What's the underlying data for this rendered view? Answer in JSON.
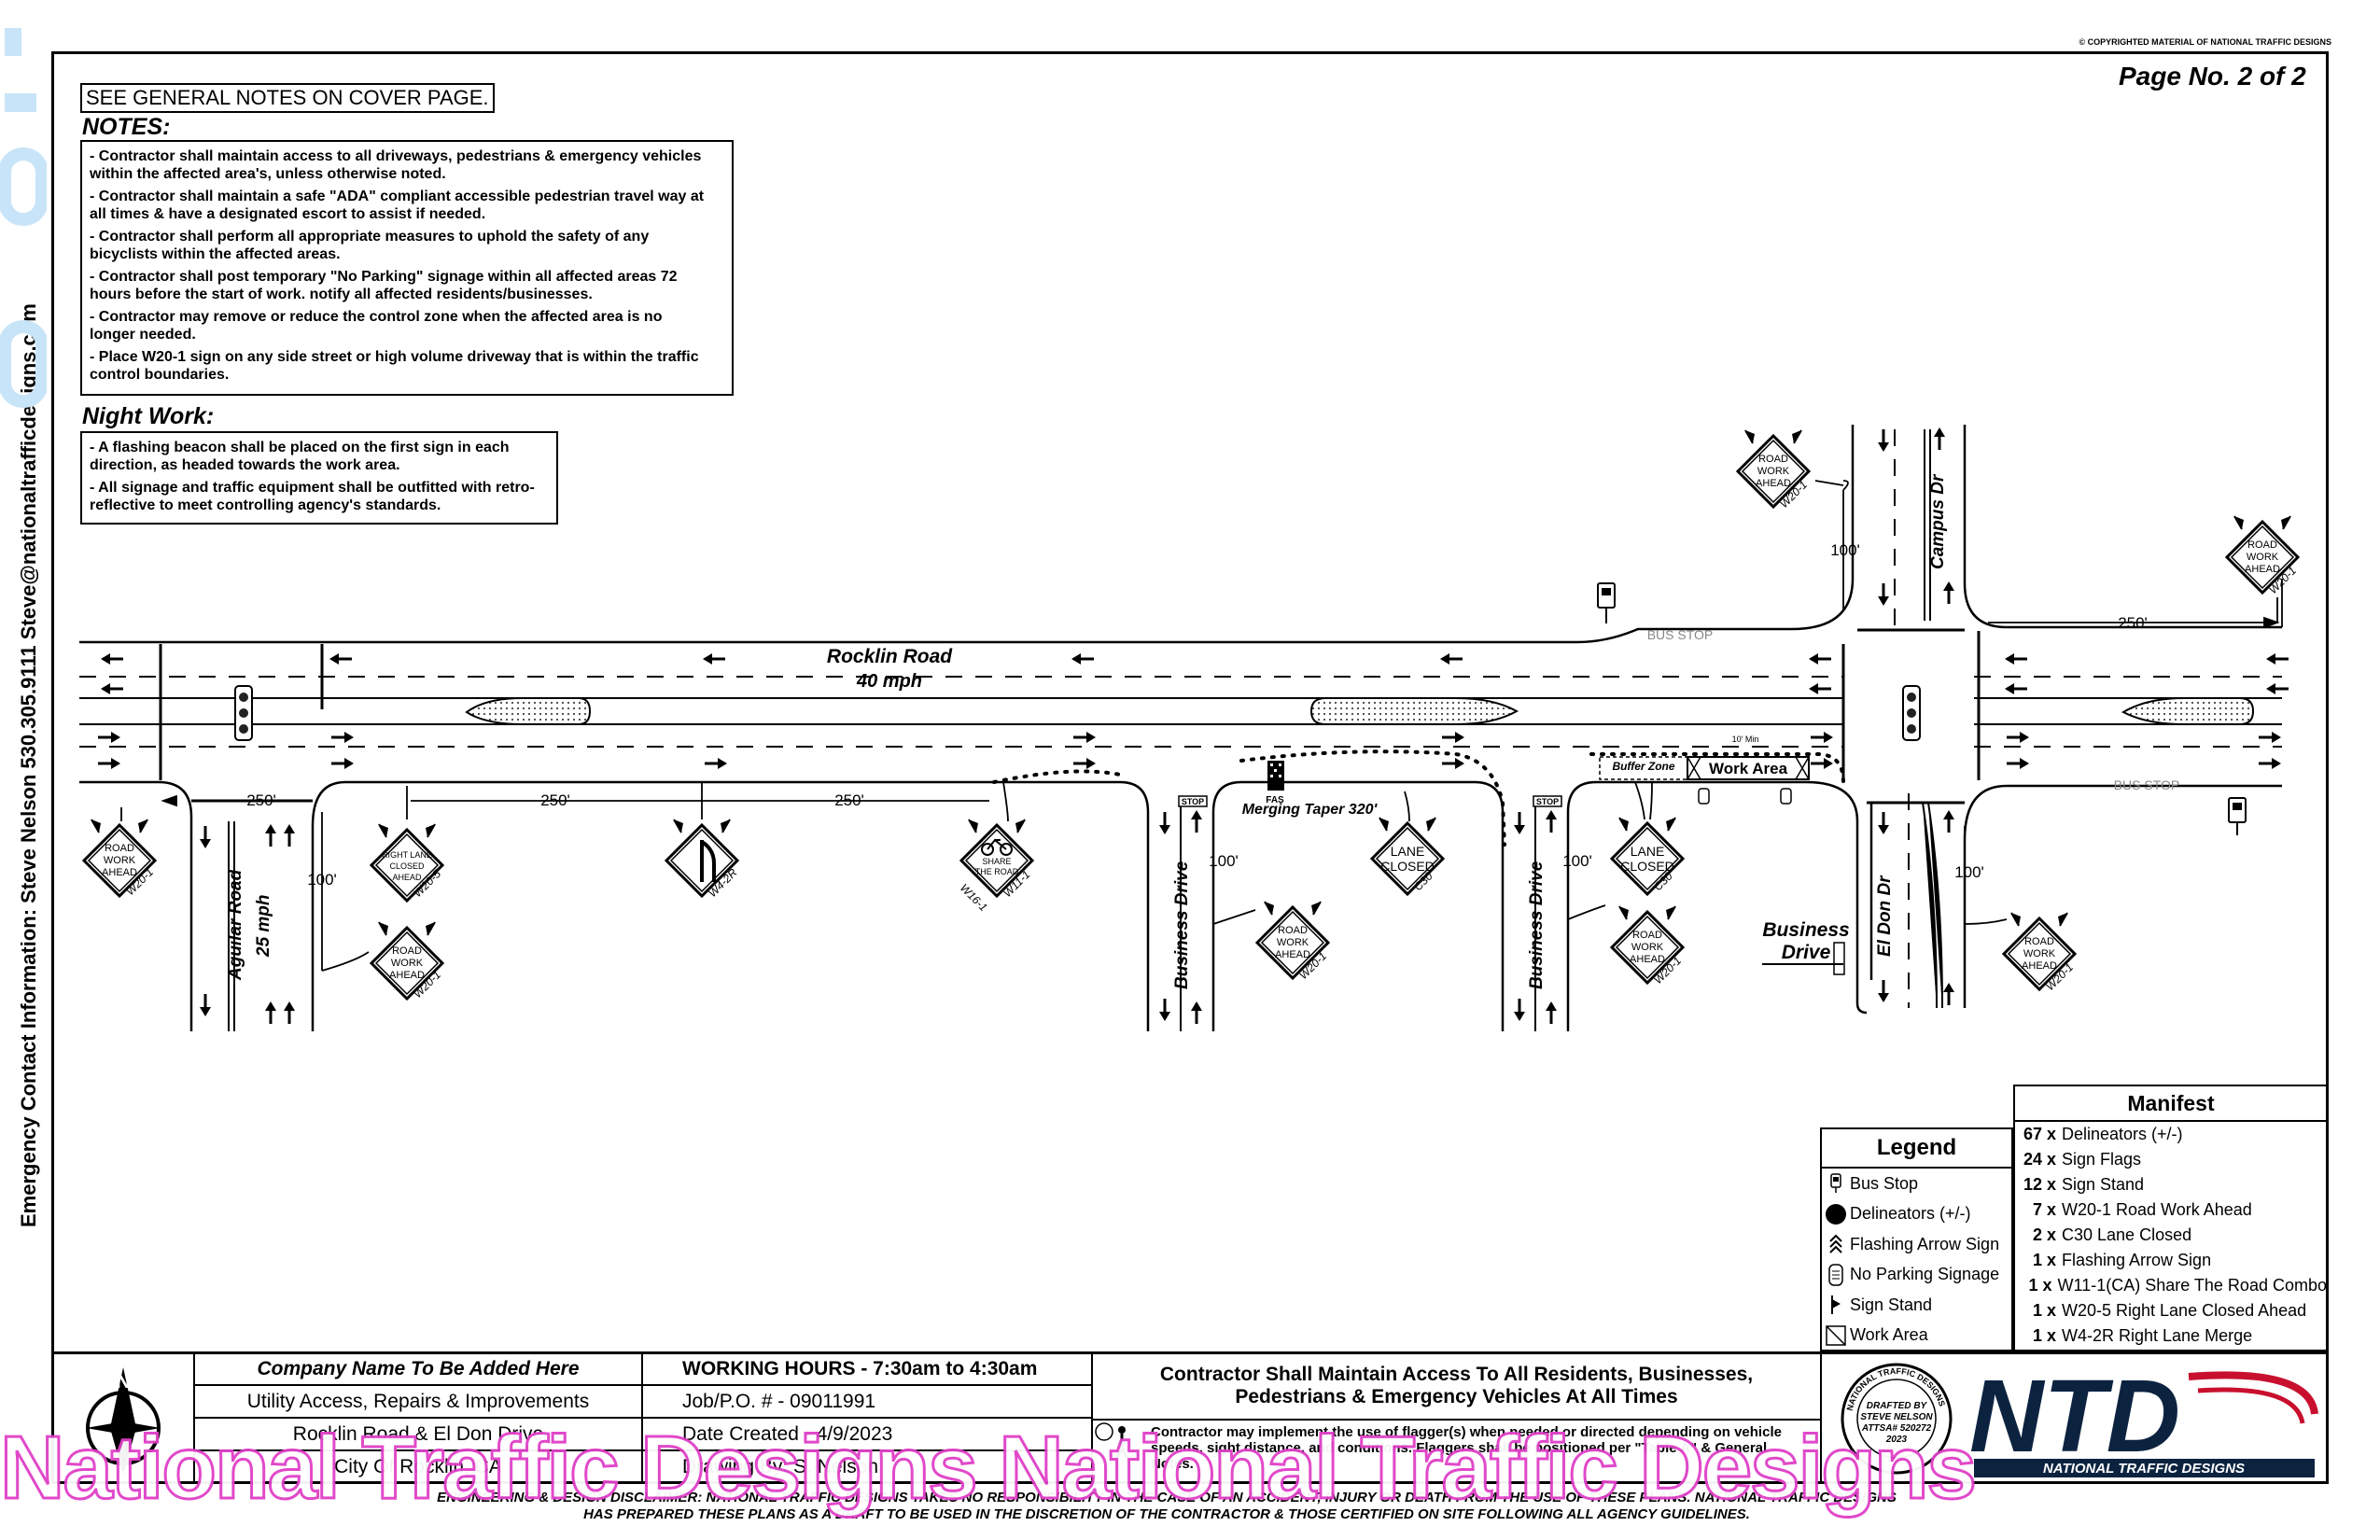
{
  "page": {
    "copyright": "© COPYRIGHTED MATERIAL OF NATIONAL TRAFFIC DESIGNS",
    "page_no": "Page No. 2 of 2",
    "see_notes": "SEE GENERAL NOTES ON COVER PAGE.",
    "side_contact": "Emergency Contact Information:   Steve Nelson   530.305.9111   Steve@nationaltrafficdesigns.com"
  },
  "notes": {
    "title": "NOTES:",
    "items": [
      "- Contractor shall maintain access to all driveways, pedestrians & emergency vehicles within the affected area's, unless otherwise noted.",
      "- Contractor shall maintain a safe \"ADA\" compliant accessible pedestrian travel way at all times & have a designated escort to assist if needed.",
      "- Contractor shall perform all appropriate measures to uphold the safety of any bicyclists within the affected areas.",
      "- Contractor shall post temporary \"No Parking\" signage within all affected areas 72 hours before the start of work. notify all affected residents/businesses.",
      "- Contractor may remove or reduce the control zone when the affected area is no longer needed.",
      "- Place W20-1 sign on any side street or high volume driveway that is within the traffic control boundaries."
    ]
  },
  "night_work": {
    "title": "Night Work:",
    "items": [
      "- A flashing beacon shall be placed on the first sign in each direction, as headed towards the work area.",
      "- All signage and traffic equipment shall be outfitted with retro-reflective to meet controlling agency's standards."
    ]
  },
  "plan": {
    "rocklin_road": "Rocklin Road",
    "speed": "40 mph",
    "aguilar_road": "Aguilar Road",
    "aguilar_speed": "25 mph",
    "business_drive": "Business Drive",
    "business_drive_2": "Business",
    "business_drive_3": "Drive",
    "el_don": "El Don Dr",
    "campus": "Campus Dr",
    "bus_stop": "BUS STOP",
    "merging_taper": "Merging Taper 320'",
    "buffer_zone": "Buffer Zone",
    "work_area": "Work Area",
    "ten_min": "10' Min",
    "fas": "FAS",
    "stop": "STOP",
    "dim_250": "250'",
    "dim_100": "100'",
    "sign_road_work": [
      "ROAD",
      "WORK",
      "AHEAD"
    ],
    "sign_lane_closed": [
      "LANE",
      "CLOSED"
    ],
    "sign_right_lane": [
      "RIGHT LANE",
      "CLOSED",
      "AHEAD"
    ],
    "sign_share": [
      "SHARE",
      "THE ROAD"
    ],
    "code_w20_1": "W20-1",
    "code_w20_5": "W20-5",
    "code_c30": "C30",
    "code_w4_2r": "W4-2R",
    "code_w16": "W16-1",
    "code_w11": "W11-1"
  },
  "legend": {
    "title": "Legend",
    "items": [
      {
        "icon": "bus-stop-icon",
        "label": "Bus Stop"
      },
      {
        "icon": "delineator-icon",
        "label": "Delineators (+/-)"
      },
      {
        "icon": "flashing-arrow-icon",
        "label": "Flashing Arrow Sign"
      },
      {
        "icon": "no-parking-icon",
        "label": "No Parking Signage"
      },
      {
        "icon": "sign-stand-icon",
        "label": "Sign Stand"
      },
      {
        "icon": "work-area-icon",
        "label": "Work Area"
      }
    ]
  },
  "manifest": {
    "title": "Manifest",
    "items": [
      {
        "qty": "67 x",
        "label": "Delineators (+/-)"
      },
      {
        "qty": "24 x",
        "label": "Sign Flags"
      },
      {
        "qty": "12 x",
        "label": "Sign Stand"
      },
      {
        "qty": "7 x",
        "label": "W20-1 Road Work Ahead"
      },
      {
        "qty": "2 x",
        "label": "C30 Lane Closed"
      },
      {
        "qty": "1 x",
        "label": "Flashing Arrow Sign"
      },
      {
        "qty": "1 x",
        "label": "W11-1(CA) Share The Road Combo"
      },
      {
        "qty": "1 x",
        "label": "W20-5 Right Lane Closed Ahead"
      },
      {
        "qty": "1 x",
        "label": "W4-2R Right Lane Merge"
      }
    ]
  },
  "title_block": {
    "company": "Company Name To Be Added Here",
    "project": "Utility Access, Repairs & Improvements",
    "location": "Rocklin Road & El Don Drive",
    "city": "City Of Rocklin, CA",
    "hours": "WORKING HOURS - 7:30am to 4:30am",
    "job": "Job/P.O. # - 09011991",
    "date": "Date Created - 4/9/2023",
    "drawing": "Drawing By: S. Nelson",
    "access": "Contractor Shall Maintain Access To All Residents, Businesses, Pedestrians & Emergency Vehicles At All Times",
    "flagger": "Contractor may implement the use of flagger(s) when needed or directed depending on vehicle speeds, sight distance, and conditions. Flaggers shall be positioned per \"Table A\" & General Notes.",
    "disclaimer_1": "ENGINEERING & DESIGN DISCLAIMER: NATIONAL TRAFFIC DESIGNS TAKES NO RESPONSIBILITY IN THE CASE OF AN ACCIDENT, INJURY OR DEATH FROM THE USE OF THESE PLANS. NATIONAL TRAFFIC DESIGNS",
    "disclaimer_2": "HAS PREPARED THESE PLANS AS A DRAFT TO BE USED IN THE DISCRETION OF THE CONTRACTOR & THOSE CERTIFIED ON SITE FOLLOWING ALL AGENCY GUIDELINES.",
    "seal": [
      "DRAFTED BY",
      "STEVE NELSON",
      "ATTSA# 520272",
      "2023"
    ],
    "seal_ring": "NATIONAL TRAFFIC DESIGNS",
    "logo": "NTD",
    "logo_sub": "NATIONAL TRAFFIC DESIGNS",
    "north": "N"
  },
  "watermark": "National Traffic Designs National Traffic Designs"
}
